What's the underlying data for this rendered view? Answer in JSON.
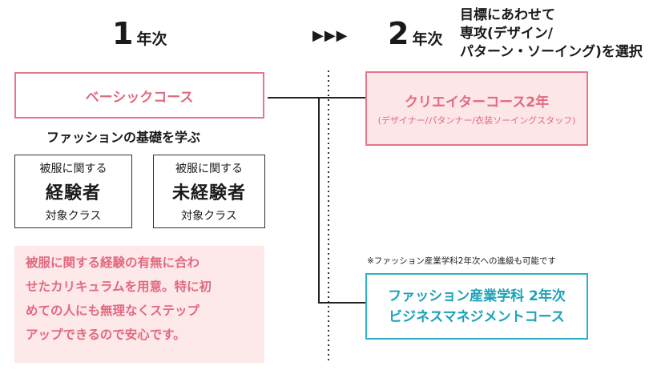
{
  "year1": {
    "number": "1",
    "label": "年次"
  },
  "arrows": "▶▶▶",
  "year2": {
    "number": "2",
    "label": "年次"
  },
  "goal_lines": [
    "目標にあわせて",
    "専攻(デザイン/",
    "パターン・ソーイング)を選択"
  ],
  "basic_course": "ベーシックコース",
  "creator_course": {
    "title": "クリエイターコース2年",
    "subtitle": "(デザイナー/パタンナー/衣装ソーイングスタッフ)"
  },
  "foundation": "ファッションの基礎を学ぶ",
  "classes": [
    {
      "line1": "被服に関する",
      "line2": "経験者",
      "line3": "対象クラス"
    },
    {
      "line1": "被服に関する",
      "line2": "未経験者",
      "line3": "対象クラス"
    }
  ],
  "description_lines": [
    "被服に関する経験の有無に合わ",
    "せたカリキュラムを用意。特に初",
    "めての人にも無理なくステップ",
    "アップできるので安心です。"
  ],
  "transfer_note": "※ファッション産業学科2年次への進級も可能です",
  "business_course": {
    "line1": "ファッション産業学科 2年次",
    "line2": "ビジネスマネジメントコース"
  },
  "colors": {
    "pink": "#e7768a",
    "pink_bg": "#fde6e8",
    "teal": "#2ab3c8",
    "text": "#1a1a1a"
  }
}
